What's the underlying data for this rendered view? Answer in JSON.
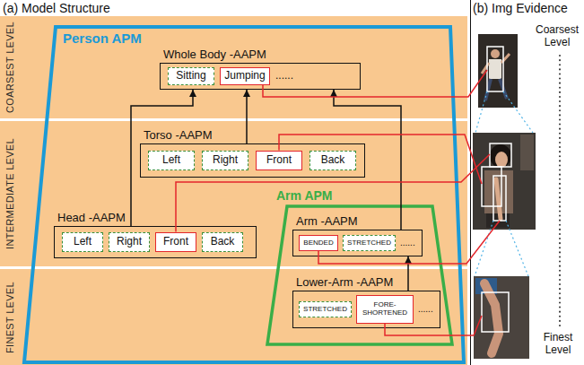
{
  "diagram": {
    "nodes": [
      {
        "text": [
          "COARSEST LEVEL"
        ]
      },
      {
        "text": [
          "INTERMEDIATE LEVEL"
        ]
      },
      {
        "text": [
          "FINEST LEVEL"
        ]
      },
      {
        "text": [
          "Person APM"
        ]
      },
      {
        "text": [
          "Whole Body -AAPM",
          "......"
        ],
        "in": 3
      },
      {
        "text": [
          "Sitting"
        ],
        "in": 4
      },
      {
        "text": [
          "Jumping"
        ],
        "in": 4
      },
      {
        "text": [
          "Torso -AAPM"
        ],
        "in": 3
      },
      {
        "text": [
          "Left"
        ],
        "in": 7
      },
      {
        "text": [
          "Right"
        ],
        "in": 7
      },
      {
        "text": [
          "Front"
        ],
        "in": 7
      },
      {
        "text": [
          "Back"
        ],
        "in": 7
      },
      {
        "text": [
          "Head -AAPM"
        ],
        "in": 3
      },
      {
        "text": [
          "Left"
        ],
        "in": 12
      },
      {
        "text": [
          "Right"
        ],
        "in": 12
      },
      {
        "text": [
          "Front"
        ],
        "in": 12
      },
      {
        "text": [
          "Back"
        ],
        "in": 12
      },
      {
        "text": [
          "Arm APM"
        ],
        "in": 3
      },
      {
        "text": [
          "Arm -AAPM",
          "......"
        ],
        "in": 17
      },
      {
        "text": [
          "BENDED"
        ],
        "in": 18
      },
      {
        "text": [
          "STRETCHED"
        ],
        "in": 18
      },
      {
        "text": [
          "Lower-Arm -AAPM",
          "......"
        ],
        "in": 17
      },
      {
        "text": [
          "STRETCHED"
        ],
        "in": 21
      },
      {
        "text": [
          "FORE- SHORTENED"
        ],
        "in": 21
      }
    ],
    "edges": [
      {
        "from": 12,
        "to": 4,
        "arrow": "to"
      },
      {
        "from": 7,
        "to": 4,
        "arrow": "to"
      },
      {
        "from": 18,
        "to": 4,
        "arrow": "to"
      },
      {
        "from": 21,
        "to": 18,
        "arrow": "to"
      }
    ],
    "labels": [
      "(a) Model Structure",
      "(b) Img Evidence",
      "Coarsest Level",
      "Finest Level"
    ]
  }
}
